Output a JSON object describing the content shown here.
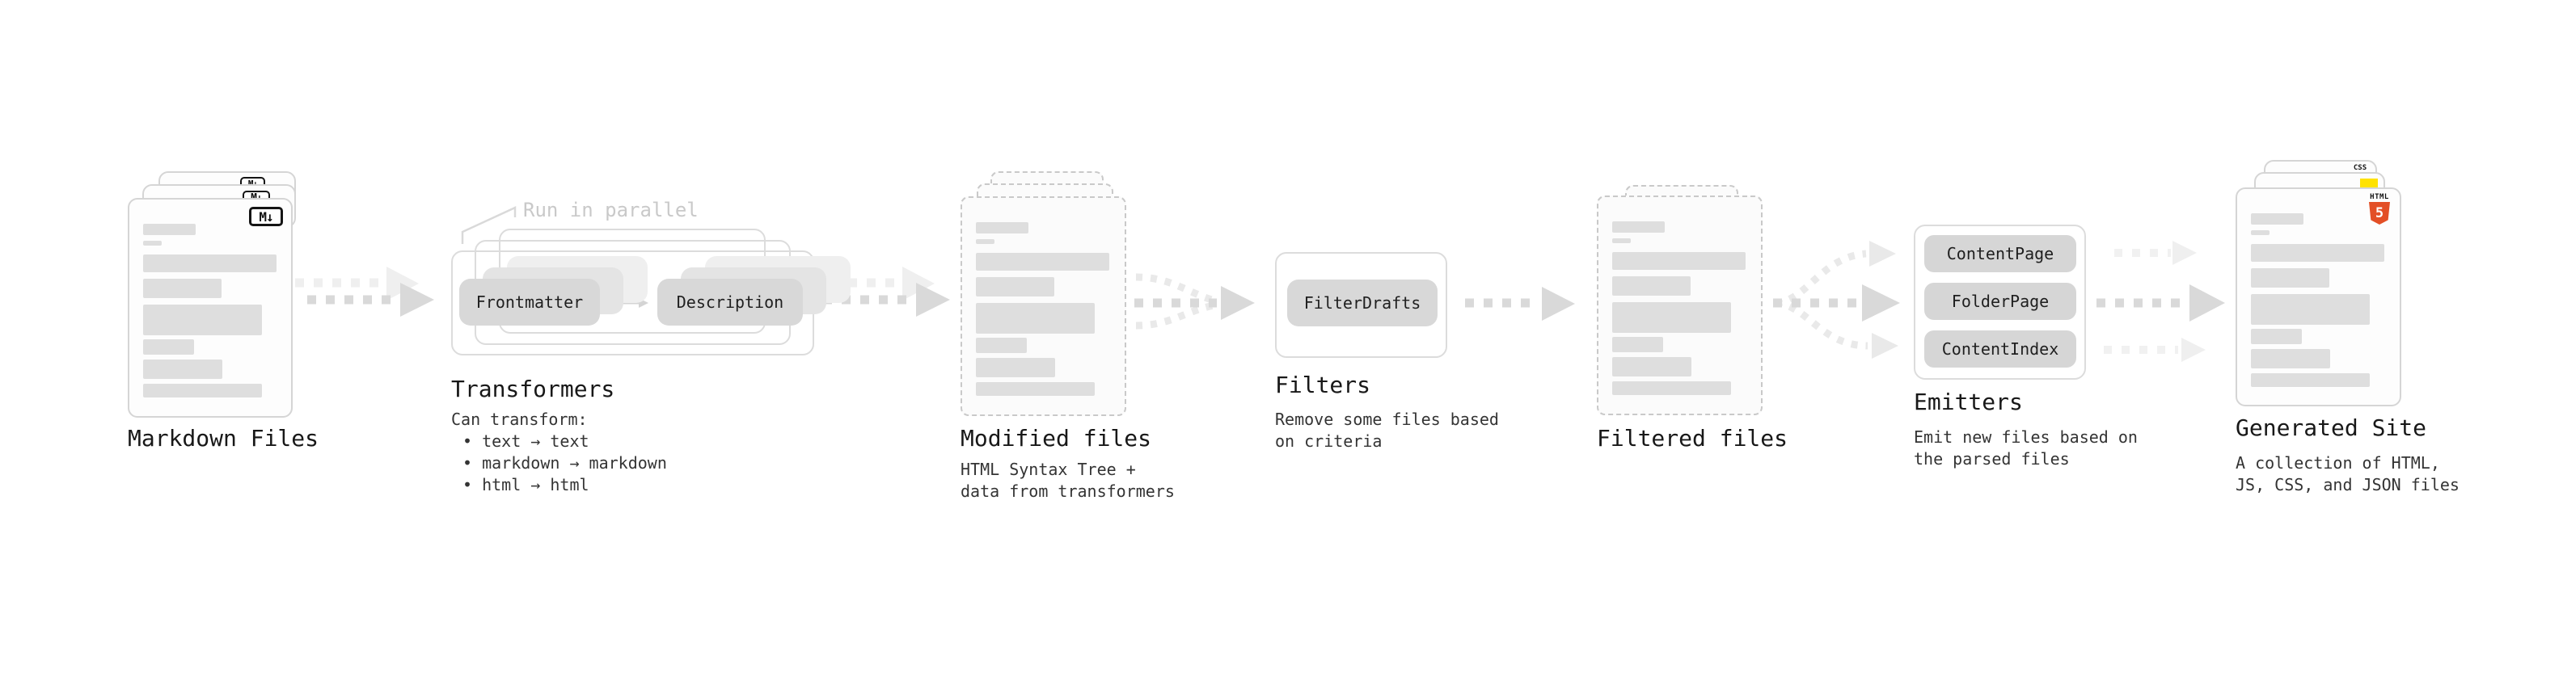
{
  "diagram": {
    "stages": {
      "markdown_files": {
        "label": "Markdown Files",
        "icon_label": "M↓"
      },
      "transformers": {
        "label": "Transformers",
        "note": "Run in parallel",
        "pills": [
          "Frontmatter",
          "Description"
        ],
        "desc_heading": "Can transform:",
        "bullets": [
          "• text → text",
          "• markdown → markdown",
          "• html → html"
        ]
      },
      "modified_files": {
        "label": "Modified files",
        "desc": [
          "HTML Syntax Tree +",
          "data from transformers"
        ]
      },
      "filters": {
        "label": "Filters",
        "pills": [
          "FilterDrafts"
        ],
        "desc": [
          "Remove some files based",
          "on criteria"
        ]
      },
      "filtered_files": {
        "label": "Filtered files"
      },
      "emitters": {
        "label": "Emitters",
        "pills": [
          "ContentPage",
          "FolderPage",
          "ContentIndex"
        ],
        "desc": [
          "Emit new files based on",
          "the parsed files"
        ]
      },
      "generated_site": {
        "label": "Generated Site",
        "desc": [
          "A collection of HTML,",
          "JS, CSS, and JSON files"
        ],
        "badges": {
          "css_label": "CSS",
          "html_label": "HTML",
          "html_version": "5"
        }
      }
    },
    "colors": {
      "html5-orange": "#e34f26",
      "js-yellow": "#ffe200",
      "css-blue": "#3b7bf3",
      "arrow-gray": "#d9d9d9",
      "arrow-light": "#efefef"
    }
  }
}
